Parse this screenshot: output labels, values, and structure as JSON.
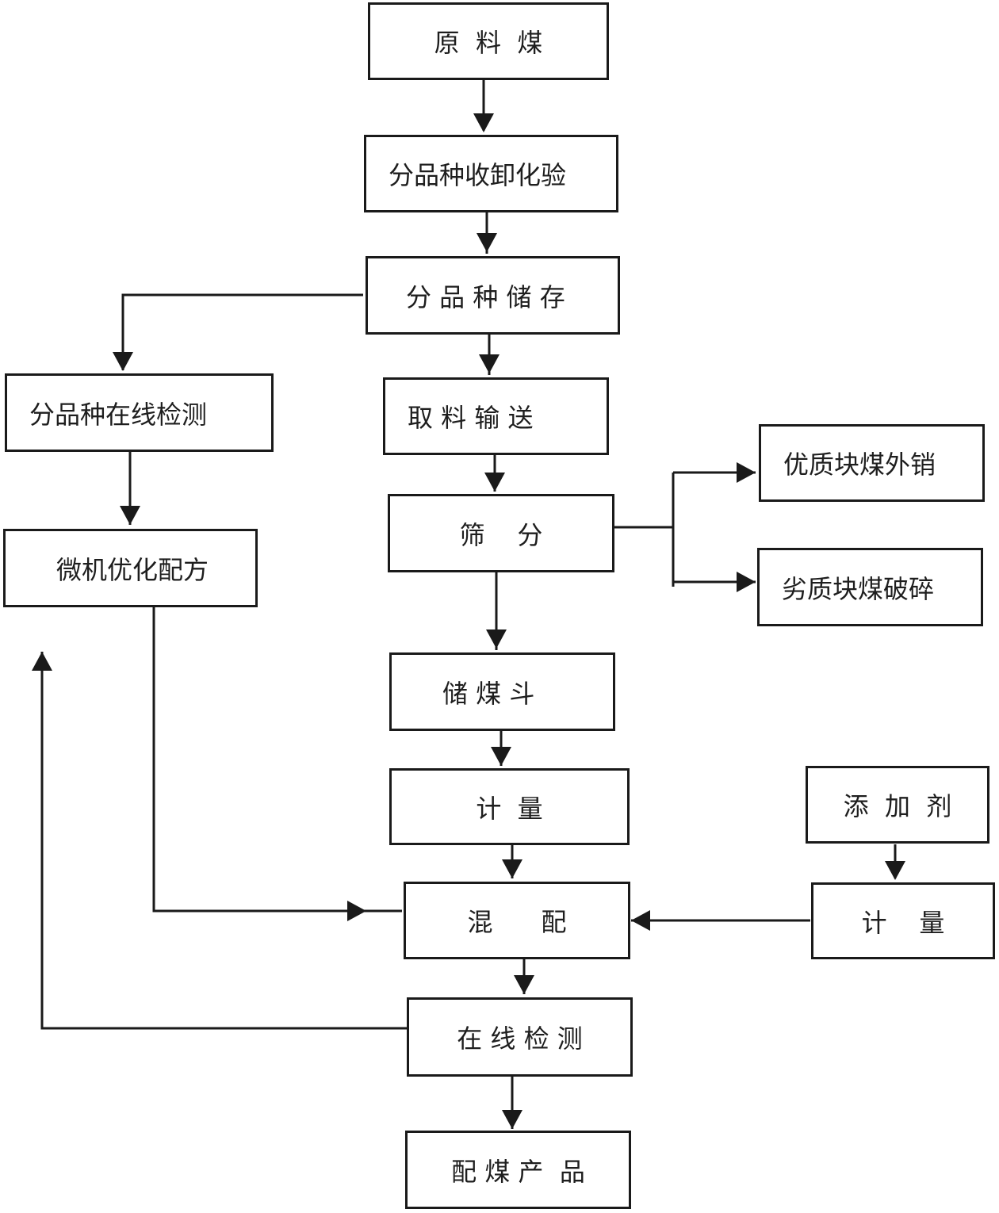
{
  "nodes": {
    "raw_coal": "原  料  煤",
    "sort_unload_test": "分品种收卸化验",
    "sort_storage": "分 品 种 储 存",
    "sort_online_detect": "分品种在线检测",
    "reclaim_convey": "取 料 输 送",
    "screening": "筛    分",
    "premium_lump_sale": "优质块煤外销",
    "inferior_lump_crush": "劣质块煤破碎",
    "micro_optimize": "微机优化配方",
    "coal_hopper": "储 煤 斗",
    "metering_1": "计  量",
    "additive": "添  加  剂",
    "mixing": "混      配",
    "metering_2": "计    量",
    "online_detect": "在 线 检 测",
    "blend_product": "配 煤 产  品"
  },
  "colors": {
    "stroke": "#1a1a1a",
    "text": "#1e1e1e",
    "background": "#ffffff"
  }
}
